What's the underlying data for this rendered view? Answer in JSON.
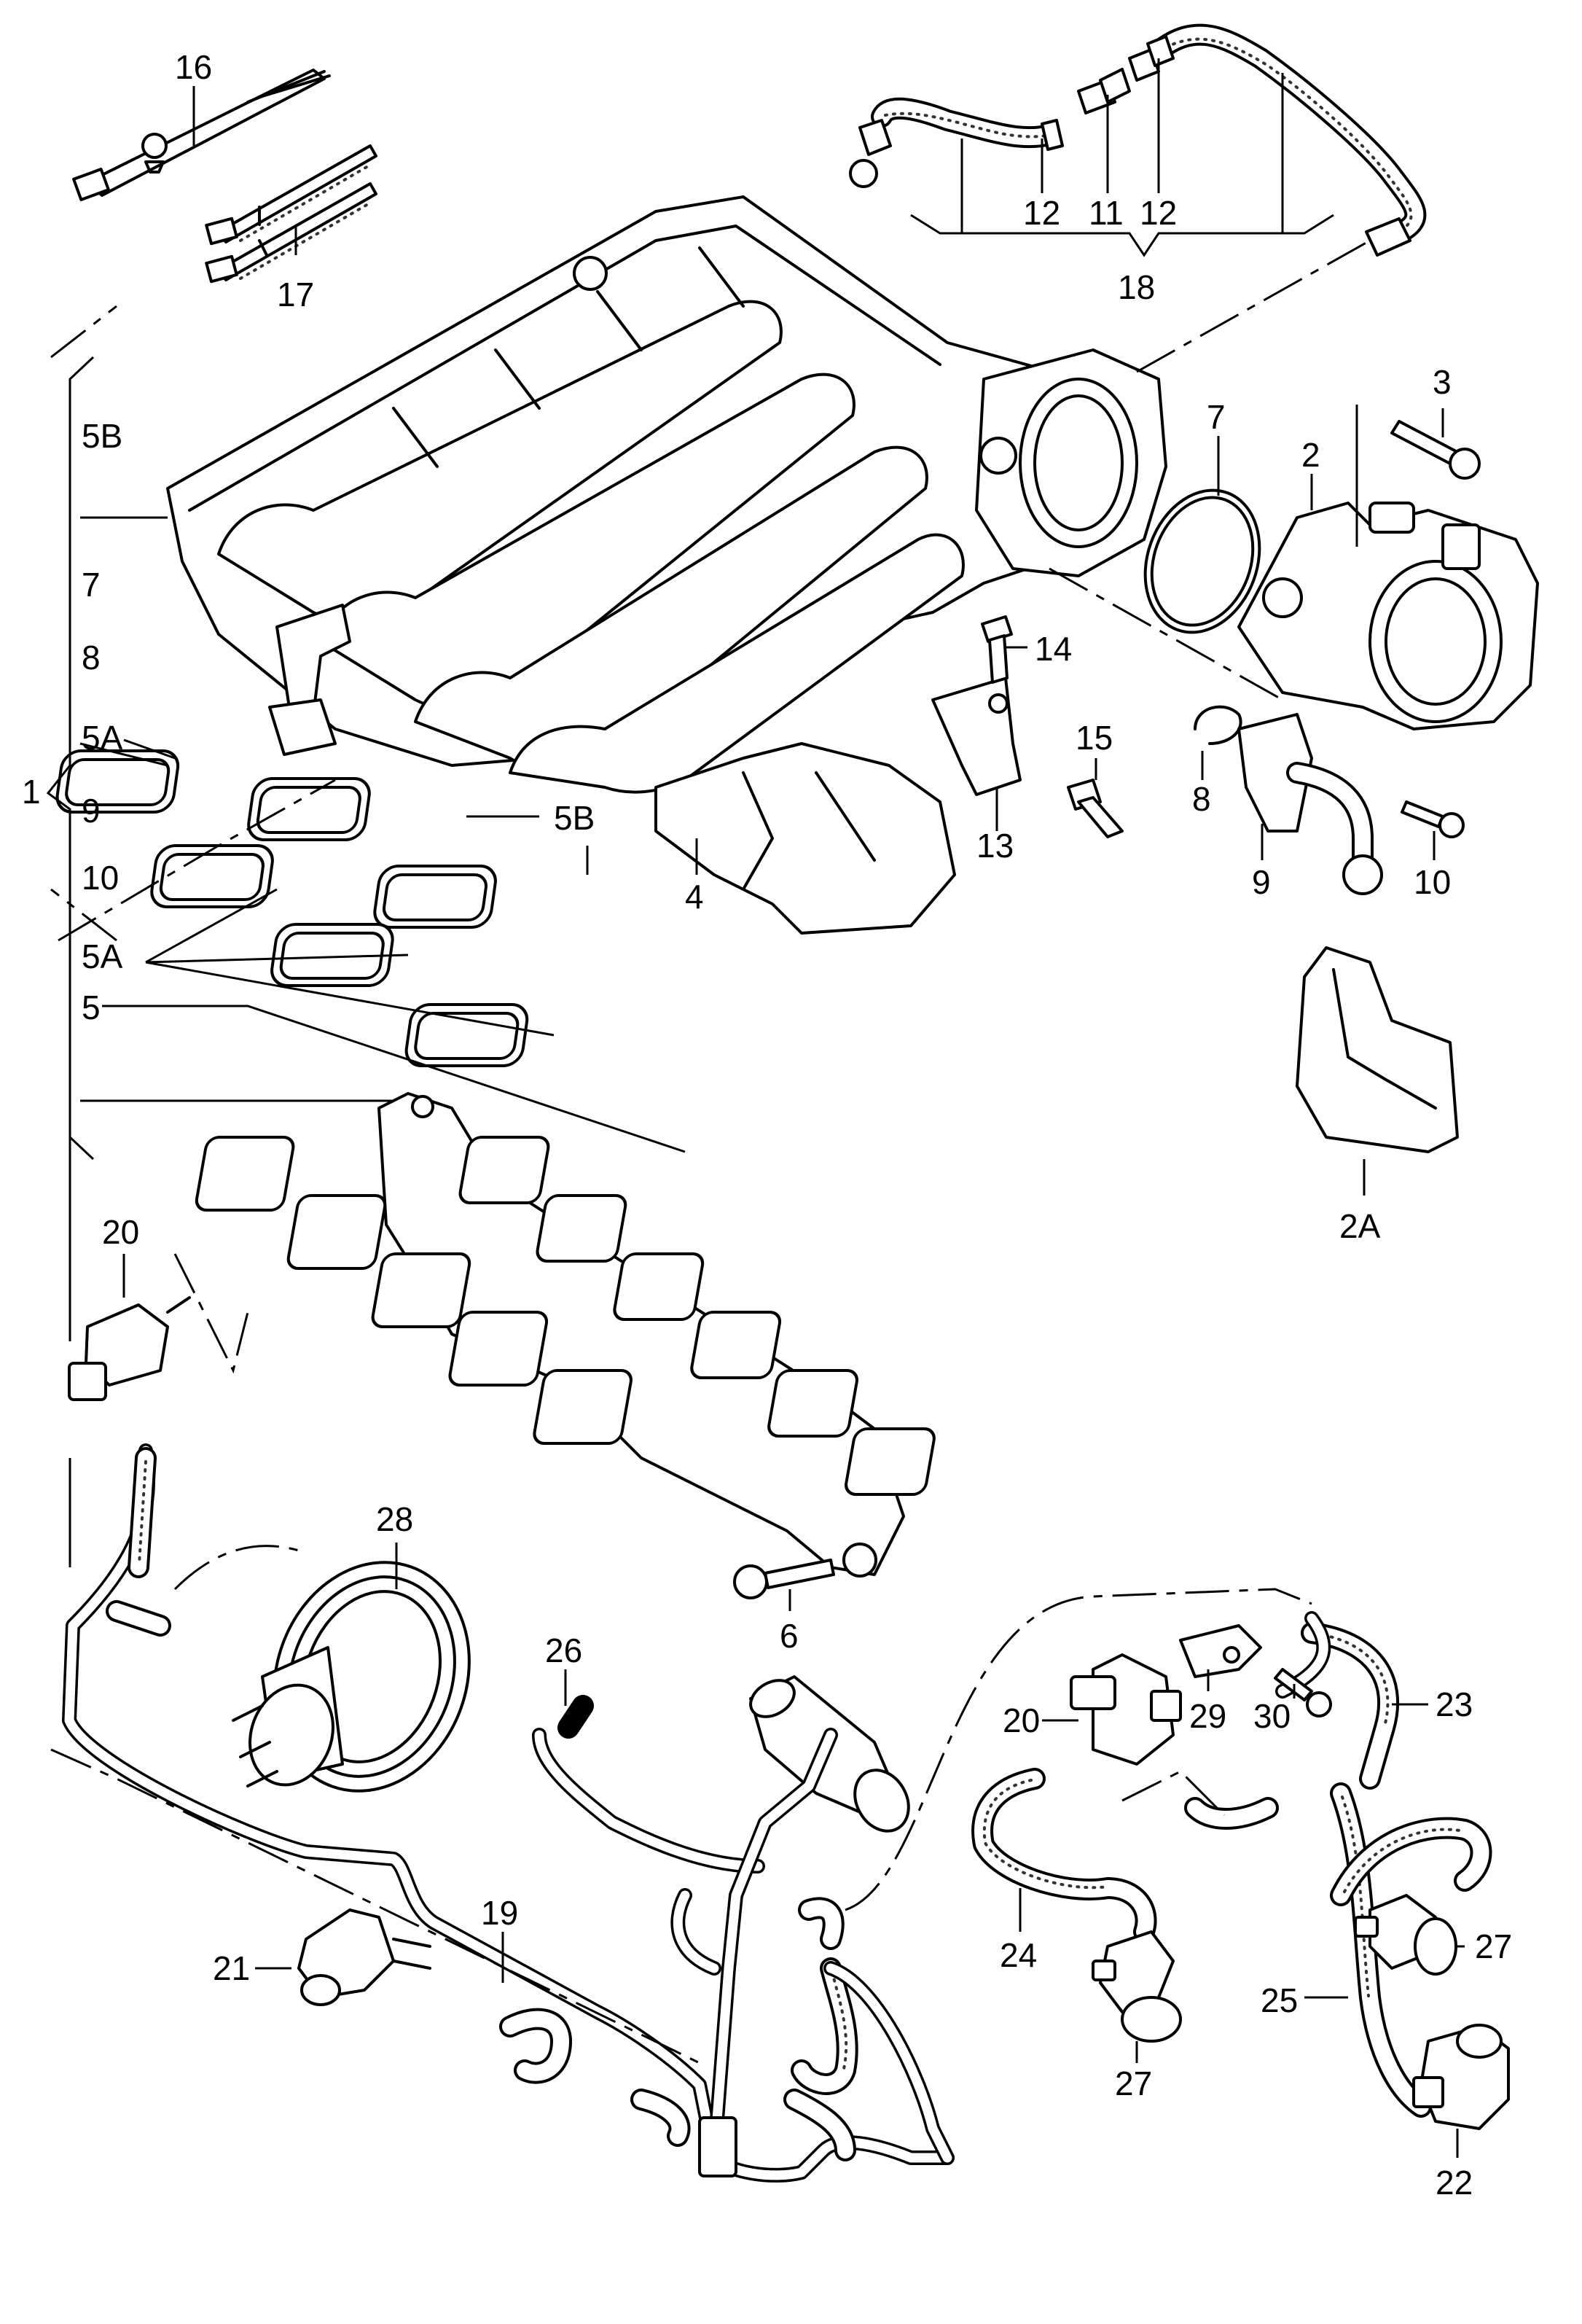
{
  "labels": {
    "l1": "1",
    "l2": "2",
    "l2a": "2A",
    "l3": "3",
    "l4": "4",
    "l5": "5",
    "l5a_top": "5A",
    "l5a_mid": "5A",
    "l5b_top": "5B",
    "l5b_mid": "5B",
    "l6": "6",
    "l7_brace": "7",
    "l7": "7",
    "l8_brace": "8",
    "l8": "8",
    "l9_brace": "9",
    "l9": "9",
    "l10_brace": "10",
    "l10": "10",
    "l11": "11",
    "l12a": "12",
    "l12b": "12",
    "l13": "13",
    "l14": "14",
    "l15": "15",
    "l16": "16",
    "l17": "17",
    "l18": "18",
    "l19": "19",
    "l20a": "20",
    "l20b": "20",
    "l21": "21",
    "l22": "22",
    "l23": "23",
    "l24": "24",
    "l25": "25",
    "l26": "26",
    "l27a": "27",
    "l27b": "27",
    "l28": "28",
    "l29": "29",
    "l30": "30"
  }
}
